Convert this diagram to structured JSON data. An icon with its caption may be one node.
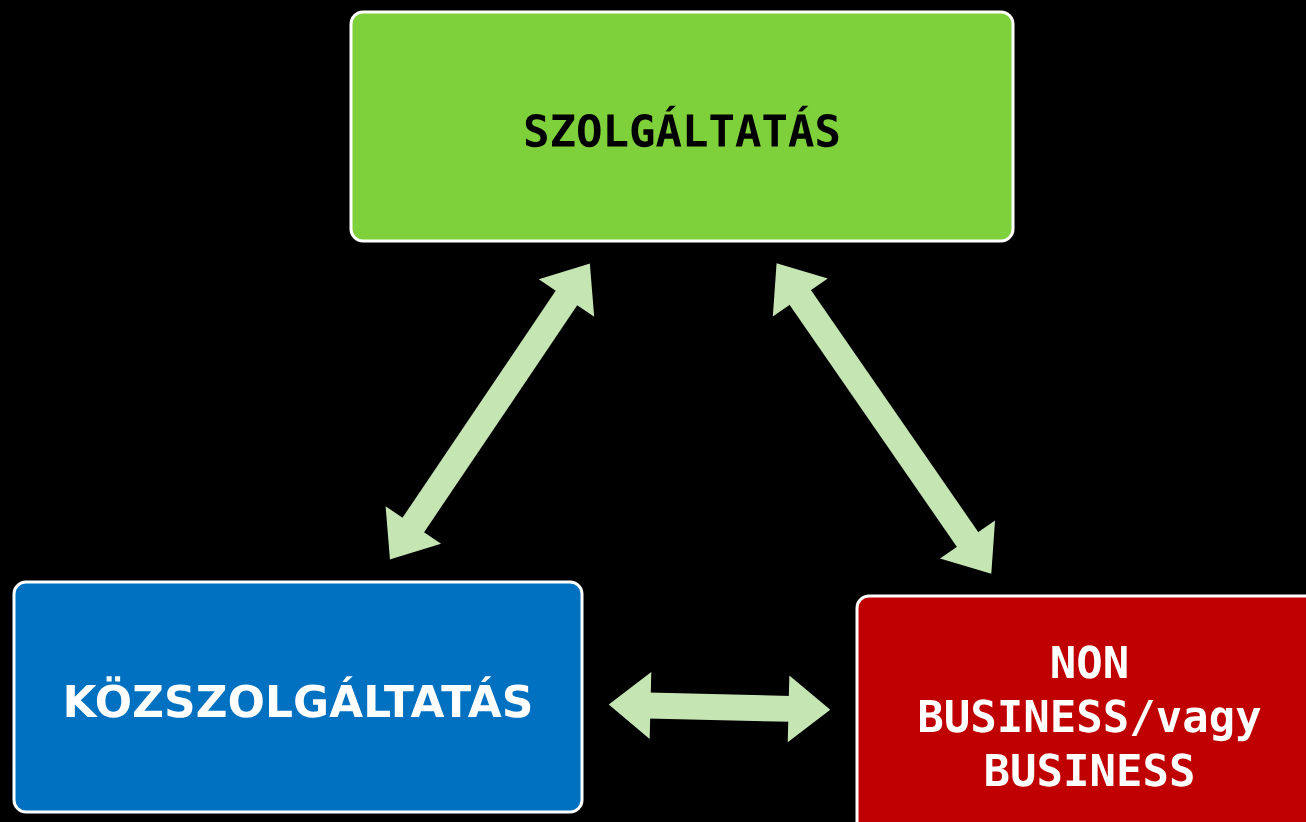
{
  "diagram": {
    "nodes": [
      {
        "text": [
          "SZOLGÁLTATÁS"
        ]
      },
      {
        "text": [
          "KÖZSZOLGÁLTATÁS"
        ]
      },
      {
        "text": [
          "NON BUSINESS/vagy BUSINESS"
        ]
      }
    ],
    "edges": [
      {
        "from": 0,
        "to": 1,
        "arrow": "both"
      },
      {
        "from": 0,
        "to": 2,
        "arrow": "both"
      },
      {
        "from": 1,
        "to": 2,
        "arrow": "both"
      }
    ]
  }
}
